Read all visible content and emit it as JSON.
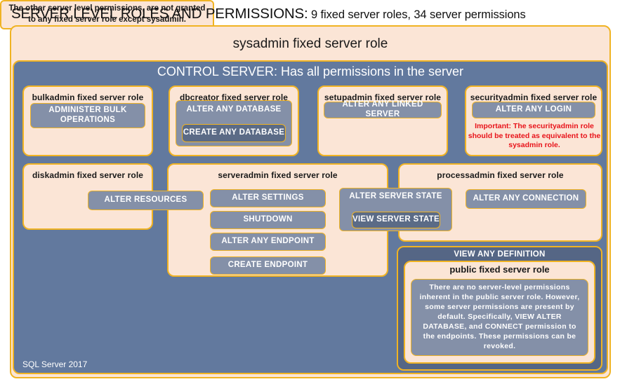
{
  "title": {
    "main": "SERVER LEVEL ROLES AND PERMISSIONS:",
    "sub": " 9 fixed server roles, 34 server permissions"
  },
  "sysadmin": {
    "label": "sysadmin fixed server role"
  },
  "control_server": {
    "label": "CONTROL SERVER: Has all permissions in the server"
  },
  "roles": {
    "bulkadmin": {
      "label": "bulkadmin fixed server role",
      "permissions": [
        "ADMINISTER  BULK OPERATIONS"
      ]
    },
    "dbcreator": {
      "label": "dbcreator fixed server role",
      "permissions": [
        "ALTER ANY DATABASE",
        "CREATE  ANY DATABASE"
      ]
    },
    "setupadmin": {
      "label": "setupadmin fixed server role",
      "permissions": [
        "ALTER ANY LINKED SERVER"
      ]
    },
    "securityadmin": {
      "label": "securityadmin fixed server role",
      "permissions": [
        "ALTER ANY LOGIN"
      ],
      "note": "Important:  The securityadmin role should  be treated as equivalent to the  sysadmin role."
    },
    "diskadmin": {
      "label": "diskadmin fixed server role",
      "permissions": [
        "ALTER RESOURCES"
      ]
    },
    "serveradmin": {
      "label": "serveradmin fixed server role",
      "permissions": [
        "ALTER SETTINGS",
        "SHUTDOWN",
        "ALTER ANY ENDPOINT",
        "CREATE  ENDPOINT",
        "ALTER SERVER  STATE",
        "VIEW SERVER  STATE"
      ]
    },
    "processadmin": {
      "label": "processadmin fixed server role",
      "permissions": [
        "ALTER ANY CONNECTION"
      ]
    },
    "public": {
      "view_any_definition": "VIEW ANY DEFINITION",
      "label": "public  fixed server role",
      "note": "There are no server-level permissions inherent in the public server role. However, some server permissions are present by default. Specifically, VIEW ALTER DATABASE, and CONNECT permission to the endpoints. These permissions can be revoked."
    }
  },
  "notes": {
    "other_permissions": "The other server level permissions,  are not granted to any fixed server role except sysadmin."
  },
  "footer": {
    "version": "SQL Server 2017"
  },
  "colors": {
    "peach": "#fbe5d6",
    "gold_border": "#f0b323",
    "slate_panel": "#62799e",
    "permission_box": "#8490a8",
    "permission_box_dark": "#5b6b86",
    "alert_red": "#e8131a"
  }
}
